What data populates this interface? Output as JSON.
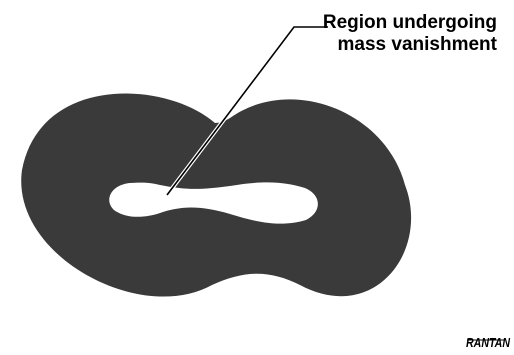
{
  "colors": {
    "shape_fill": "#3a3a3a",
    "hole_fill": "#ffffff",
    "text": "#000000",
    "leader_line": "#000000",
    "leader_outline": "#ffffff"
  },
  "callout": {
    "line1": "Region undergoing",
    "line2": "mass vanishment"
  },
  "logo": {
    "text": "RANTAN"
  }
}
